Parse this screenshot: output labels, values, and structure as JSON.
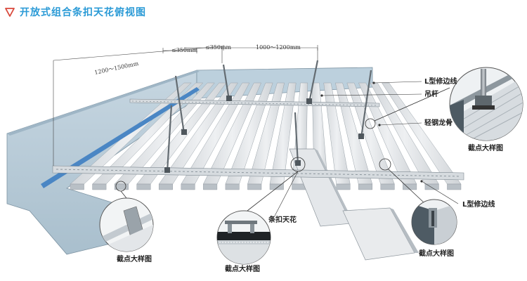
{
  "title": "开放式组合条扣天花俯视图",
  "colors": {
    "accent": "#2a9ad6",
    "wall": "#b6c9d6",
    "panel": "#dcdfe2",
    "steel": "#9aa2a8",
    "water_blue": "#4a86c4"
  },
  "icons": {
    "title_marker": "triangle-down-icon"
  },
  "dimensions": {
    "wall_spacing": "1200～1500mm",
    "edge_spacing": "≤350mm",
    "hanger_edge": "≤350mm",
    "hanger_spacing": "1000～1200mm"
  },
  "labels": {
    "l_trim_top": "L型修边线",
    "hanger_rod": "吊杆",
    "keel": "轻钢龙骨",
    "l_trim_bottom": "L型修边线",
    "strip_ceiling": "条扣天花"
  },
  "details": {
    "detail_left": "截点大样图",
    "detail_center": "截点大样图",
    "detail_right_top": "截点大样图",
    "detail_right_bottom": "截点大样图"
  }
}
